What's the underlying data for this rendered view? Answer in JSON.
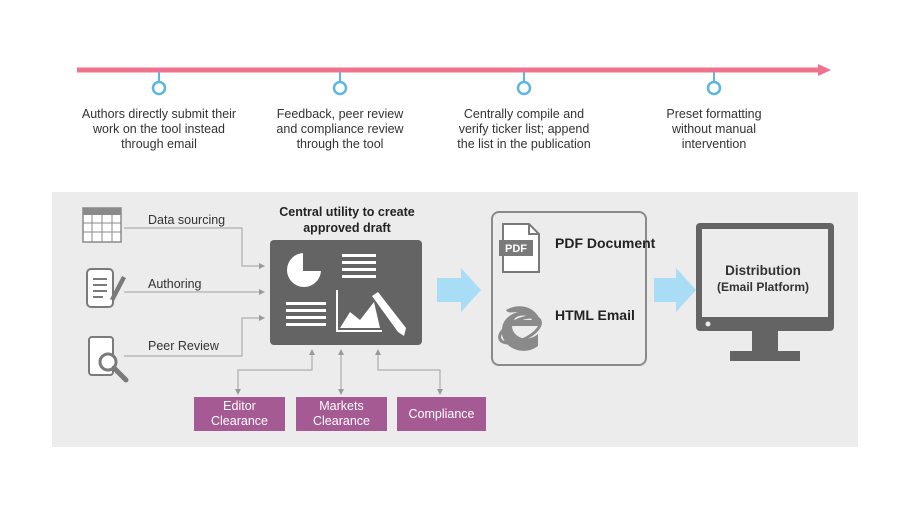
{
  "timeline": {
    "steps": [
      {
        "text": "Authors directly submit their work on the tool instead through email"
      },
      {
        "text": "Feedback, peer review and compliance review through the tool"
      },
      {
        "text": "Centrally compile and verify ticker list; append the list in the publication"
      },
      {
        "text": "Preset formatting without manual intervention"
      }
    ],
    "colors": {
      "line": "#f0728f",
      "node": "#5bb7df"
    }
  },
  "sources": [
    {
      "label": "Data sourcing",
      "icon": "spreadsheet-icon"
    },
    {
      "label": "Authoring",
      "icon": "document-pen-icon"
    },
    {
      "label": "Peer Review",
      "icon": "document-magnifier-icon"
    }
  ],
  "center": {
    "title": "Central utility to create approved draft"
  },
  "clearances": [
    {
      "label": "Editor Clearance"
    },
    {
      "label": "Markets Clearance"
    },
    {
      "label": "Compliance"
    }
  ],
  "outputs": [
    {
      "label": "PDF Document",
      "icon": "pdf-icon"
    },
    {
      "label": "HTML Email",
      "icon": "ie-icon"
    }
  ],
  "distribution": {
    "title": "Distribution",
    "subtitle": "(Email Platform)"
  },
  "colors": {
    "panel": "#ececec",
    "accent_purple": "#a65a93",
    "arrow_blue": "#a9dcf5",
    "icon_gray": "#646464"
  }
}
